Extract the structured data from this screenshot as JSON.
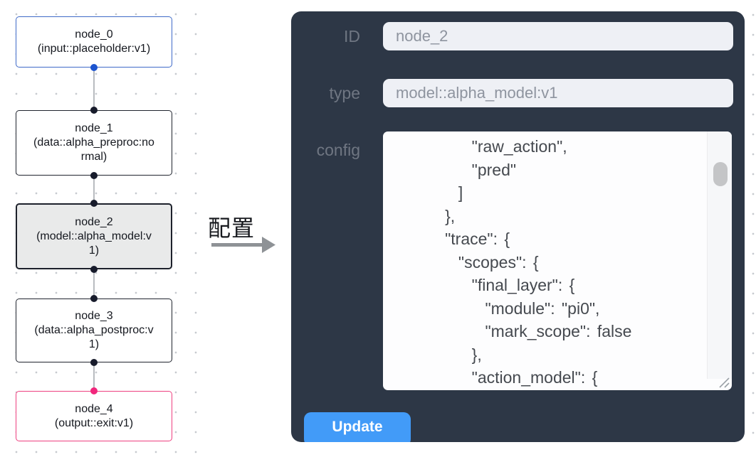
{
  "canvas": {
    "nodes": [
      {
        "name": "node_0",
        "type": "(input::placeholder:v1)"
      },
      {
        "name": "node_1",
        "type": "(data::alpha_preproc:normal)"
      },
      {
        "name": "node_2",
        "type": "(model::alpha_model:v1)"
      },
      {
        "name": "node_3",
        "type": "(data::alpha_postproc:v1)"
      },
      {
        "name": "node_4",
        "type": "(output::exit:v1)"
      }
    ]
  },
  "transfer": {
    "label": "配置"
  },
  "panel": {
    "fields": {
      "id": {
        "label": "ID",
        "value": "node_2"
      },
      "type": {
        "label": "type",
        "value": "model::alpha_model:v1"
      },
      "config": {
        "label": "config",
        "value": "            \"raw_action\",\n            \"pred\"\n          ]\n        },\n        \"trace\": {\n          \"scopes\": {\n            \"final_layer\": {\n              \"module\": \"pi0\",\n              \"mark_scope\": false\n            },\n            \"action_model\": {"
      }
    },
    "update_label": "Update"
  },
  "colors": {
    "panel_bg": "#2d3746",
    "button_blue": "#429bf8",
    "selected_node_bg": "#e9eaea",
    "input_node_border": "#3f6ac8",
    "output_node_border": "#ee4080",
    "handle_blue": "#1d54cf",
    "handle_pink": "#f1267c",
    "handle_dark": "#171b2b",
    "edge_gray": "#b9bcc0"
  }
}
